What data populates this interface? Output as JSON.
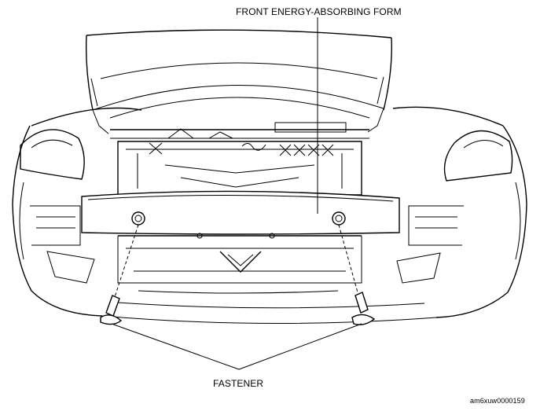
{
  "labels": {
    "form": "FRONT ENERGY-ABSORBING FORM",
    "fastener": "FASTENER",
    "figure_code": "am6xuw0000159"
  }
}
